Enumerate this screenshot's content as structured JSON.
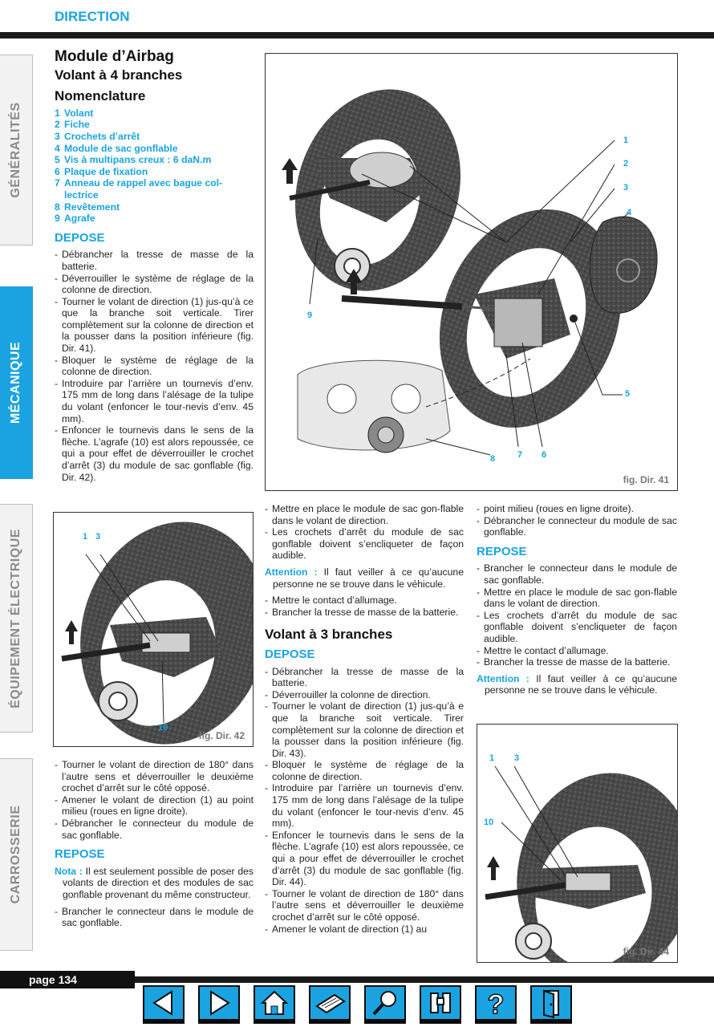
{
  "header": {
    "title": "DIRECTION"
  },
  "tabs": [
    "GÉNÉRALITÉS",
    "MÉCANIQUE",
    "ÉQUIPEMENT ÉLECTRIQUE",
    "CARROSSERIE"
  ],
  "left": {
    "title": "Module d’Airbag",
    "subtitle": "Volant à 4 branches",
    "nomenclature_title": "Nomenclature",
    "nomenclature": [
      {
        "n": "1",
        "t": "Volant"
      },
      {
        "n": "2",
        "t": "Fiche"
      },
      {
        "n": "3",
        "t": "Crochets d’arrêt"
      },
      {
        "n": "4",
        "t": "Module de sac gonflable"
      },
      {
        "n": "5",
        "t": "Vis à multipans creux : 6 daN.m"
      },
      {
        "n": "6",
        "t": "Plaque de fixation"
      },
      {
        "n": "7",
        "t": "Anneau de rappel avec bague col-lectrice"
      },
      {
        "n": "8",
        "t": "Revêtement"
      },
      {
        "n": "9",
        "t": "Agrafe"
      }
    ],
    "depose_title": "DEPOSE",
    "depose": [
      "Débrancher la tresse de masse de la batterie.",
      "Déverrouiller le système de réglage de la colonne de direction.",
      "Tourner le volant de direction (1) jus-qu’à ce que la branche soit verticale. Tirer complètement sur la colonne de direction et la pousser dans la position inférieure (fig. Dir. 41).",
      "Bloquer le système de réglage de la colonne de direction.",
      "Introduire par l’arrière un tournevis d’env. 175 mm de long dans l’alésage de la tulipe du volant (enfoncer le tour-nevis d’env. 45 mm).",
      "Enfoncer le tournevis dans le sens de la flèche. L’agrafe (10) est alors repoussée, ce qui a pour effet de déverrouiller le crochet d’arrêt (3) du module de sac gonflable (fig. Dir. 42)."
    ]
  },
  "fig41": {
    "caption": "fig. Dir. 41",
    "labels": [
      "1",
      "2",
      "3",
      "4",
      "5",
      "6",
      "7",
      "8",
      "9"
    ]
  },
  "fig42": {
    "caption": "fig. Dir. 42",
    "labels": [
      "1",
      "3",
      "10"
    ]
  },
  "fig44": {
    "caption": "fig. Dir. 44",
    "labels": [
      "1",
      "3",
      "10"
    ]
  },
  "left2": {
    "items": [
      "Tourner le volant de direction de 180° dans l’autre sens et déverrouiller le deuxième crochet d’arrêt sur le côté opposé.",
      "Amener le volant de direction (1) au point milieu (roues en ligne droite).",
      "Débrancher le connecteur du module de sac gonflable."
    ],
    "repose_title": "REPOSE",
    "note_label": "Nota :",
    "note_text": "Il est seulement possible de poser des volants de direction et des modules de sac gonflable provenant du même constructeur.",
    "items2": [
      "Brancher le connecteur dans le module de sac gonflable."
    ]
  },
  "mid": {
    "items": [
      "Mettre en place le module de sac gon-flable dans le volant de direction.",
      "Les crochets d’arrêt du module de sac gonflable doivent s’encliqueter de façon audible."
    ],
    "attention_label": "Attention :",
    "attention_text": "Il faut veiller à ce qu’aucune personne ne se trouve dans le véhicule.",
    "items2": [
      "Mettre le contact d’allumage.",
      "Brancher la tresse de masse de la batterie."
    ],
    "title3": "Volant à 3 branches",
    "depose_title": "DEPOSE",
    "depose": [
      "Débrancher la tresse de masse de la batterie.",
      "Déverrouiller la colonne de direction.",
      "Tourner le volant de direction (1) jus-qu’à e que la branche soit verticale. Tirer complètement sur la colonne de direction et la pousser dans la position inférieure (fig. Dir. 43).",
      "Bloquer le système de réglage de la colonne de direction.",
      "Introduire par l’arrière un tournevis d’env. 175 mm de long dans l’alésage de la tulipe du volant (enfoncer le tour-nevis d’env. 45 mm).",
      "Enfoncer le tournevis dans le sens de la flèche. L’agrafe (10) est alors repoussée, ce qui a pour effet de déverrouiller le crochet d’arrêt (3) du module de sac gonflable (fig. Dir. 44).",
      "Tourner le volant de direction de 180° dans l’autre sens et déverrouiller le deuxième crochet d’arrêt sur le côté opposé.",
      "Amener le volant de direction (1) au"
    ]
  },
  "right": {
    "items": [
      "point milieu (roues en ligne droite).",
      "Débrancher le connecteur du module de sac gonflable."
    ],
    "repose_title": "REPOSE",
    "repose": [
      "Brancher le connecteur dans le module de sac gonflable.",
      "Mettre en place le module de sac gon-flable dans le volant de direction.",
      "Les crochets d’arrêt du module de sac gonflable doivent s’encliqueter de façon audible.",
      "Mettre le contact d’allumage.",
      "Brancher la tresse de masse de la batterie."
    ],
    "attention_label": "Attention :",
    "attention_text": "Il faut veiller à ce qu’aucune personne ne se trouve dans le véhicule."
  },
  "footer": {
    "page": "page 134",
    "nav": [
      "arrow-left-icon",
      "arrow-right-icon",
      "home-icon",
      "printer-icon",
      "search-icon",
      "binoculars-icon",
      "help-icon",
      "exit-icon"
    ]
  },
  "colors": {
    "accent": "#1aa3e0",
    "dark": "#1a1a1a"
  }
}
